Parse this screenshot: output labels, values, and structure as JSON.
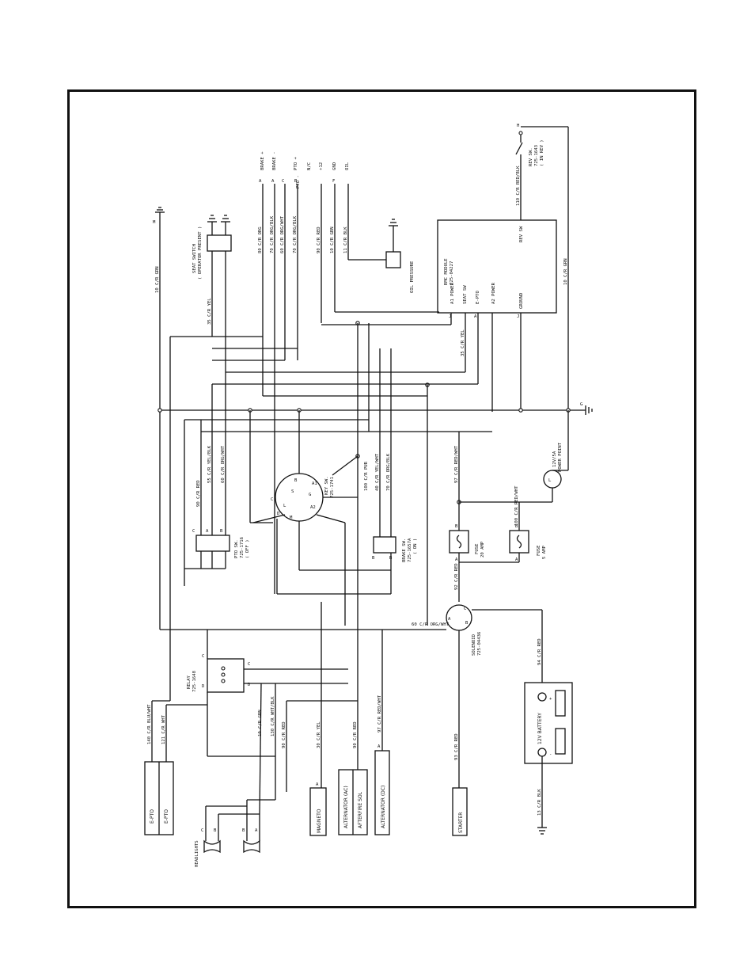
{
  "components": {
    "rmc_module": {
      "name": "RMC MODULE",
      "part": "725-04227",
      "pins": [
        "A1 POWER",
        "SEAT SW",
        "E-PTO",
        "A2 POWER",
        "GROUND",
        "REV SW"
      ]
    },
    "seat_switch": {
      "name": "SEAT SWITCH",
      "note": "( OPERATOR PRESENT )"
    },
    "oil_pressure": "OIL PRESSURE",
    "key_switch": {
      "name": "KEY SW.",
      "part": "725-1741"
    },
    "pto_switch": {
      "name": "PTO SW.",
      "part": "725-1716",
      "state": "( OFF )"
    },
    "brake_switch": {
      "name": "BRAKE SW.",
      "part": "725-1657A",
      "state": "( ON )"
    },
    "fuse_20": {
      "name": "FUSE",
      "rating": "20 AMP"
    },
    "fuse_5": {
      "name": "FUSE",
      "rating": "5 AMP"
    },
    "power_point": {
      "name": "12V/5A",
      "label": "POWER POINT"
    },
    "rev_switch": {
      "name": "REV SW.",
      "part": "725-1643",
      "state": "( IN REV )"
    },
    "relay": {
      "name": "RELAY",
      "part": "725-1648"
    },
    "solenoid": {
      "name": "SOLENOID",
      "part": "725-04436"
    },
    "battery": {
      "name": "12V BATTERY",
      "pos": "+",
      "neg": "-"
    },
    "e_pto": [
      "E-PTO",
      "E-PTO"
    ],
    "headlights": "HEADLIGHTS",
    "magneto": "MAGNETO",
    "alternator_ac": "ALTERNATOR (AC)",
    "afterfire_sol": "AFTERFIRE SOL",
    "alternator_dc": "ALTERNATOR (DC)",
    "starter": "STARTER"
  },
  "harness_pins": [
    "BRAKE +",
    "BRAKE -",
    "PTO +",
    "PTO -",
    "N/C",
    "+12",
    "GND",
    "OIL"
  ],
  "wires": {
    "w10_grn": "10 C/R GRN",
    "w80_org": "80 C/R ORG",
    "w70_orgblk": "70 C/R ORG/BLK",
    "w60_orgwht": "60 C/R ORG/WHT",
    "w70_orgblk_b": "70 C/R ORG/BLK",
    "w90_red": "90 C/R RED",
    "w10_grn_b": "10 C/R GRN",
    "w11_blk": "11 C/R BLK",
    "w35_yel": "35 C/R YEL",
    "w35_yel_b": "35 C/R YEL",
    "w110_redblk": "110 C/R RED/BLK",
    "w10_grn_c": "10 C/R GRN",
    "w90_red_b": "90 C/R RED",
    "w55_yelblk": "55 C/R YEL/BLK",
    "w60_orgwht_b": "60 C/R ORG/WHT",
    "w97_redwht": "97 C/R RED/WHT",
    "w100_pur": "100 C/R PUR",
    "w40_yelwht": "40 C/R YEL/WHT",
    "w70_orgblk_c": "70 C/R ORG/BLK",
    "w100_redwht": "100 C/R RED/WHT",
    "w92_red": "92 C/R RED",
    "w60_orgwht_c": "60 C/R ORG/WHT",
    "w94_red": "94 C/R RED",
    "w140_bluwht": "140 C/R BLU/WHT",
    "w121_wht": "121 C/R WHT",
    "w130_whtblk": "130 C/R WHT/BLK",
    "w10_grn_d": "10 C/R GRN",
    "w90_red_c": "90 C/R RED",
    "w30_yel": "30 C/R YEL",
    "w90_red_d": "90 C/R RED",
    "w97_redwht_b": "97 C/R RED/WHT",
    "w93_red": "93 C/R RED",
    "w13_blk": "13 C/R BLK"
  },
  "ground_label": "G",
  "pin_letters": {
    "a": "A",
    "b": "B",
    "c": "C",
    "d": "D",
    "f": "F",
    "g": "G",
    "h": "H",
    "j": "J",
    "l": "L",
    "m": "M",
    "s": "S",
    "a1": "A1",
    "a2": "A2"
  }
}
